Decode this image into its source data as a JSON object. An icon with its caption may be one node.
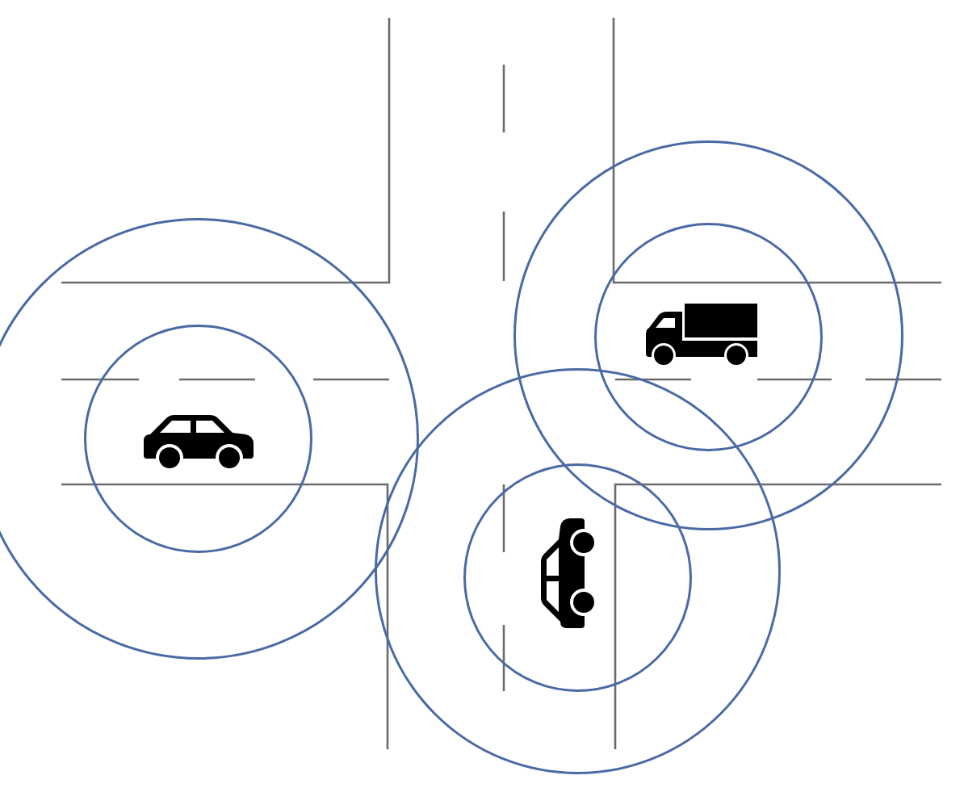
{
  "diagram": {
    "nodes": [
      {
        "text": [],
        "shape": "circle"
      },
      {
        "text": [],
        "shape": "circle",
        "in": 0
      },
      {
        "text": [],
        "shape": "picture",
        "in": 1
      },
      {
        "text": [],
        "shape": "circle"
      },
      {
        "text": [],
        "shape": "circle",
        "in": 3
      },
      {
        "text": [],
        "shape": "picture",
        "in": 4
      },
      {
        "text": [],
        "shape": "circle"
      },
      {
        "text": [],
        "shape": "circle",
        "in": 6
      },
      {
        "text": [],
        "shape": "picture",
        "in": 7
      }
    ]
  }
}
